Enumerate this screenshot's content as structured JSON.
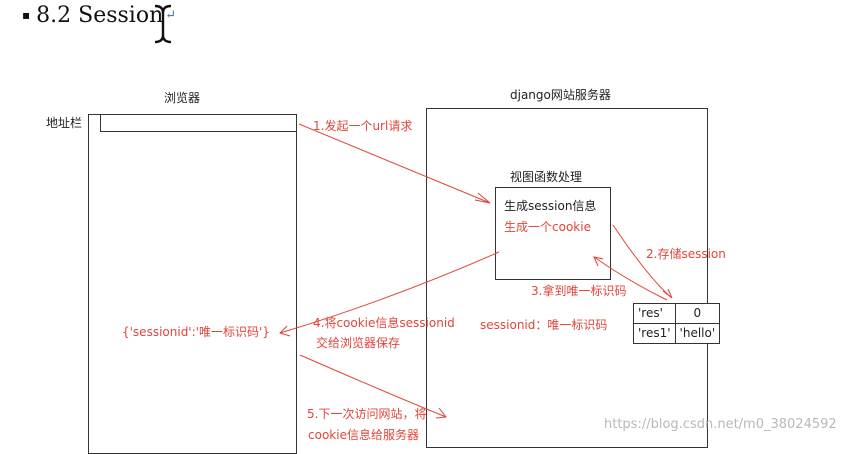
{
  "heading": {
    "bullet": "▪",
    "title": "8.2 Session",
    "paragraph_mark": "↵"
  },
  "browser": {
    "title": "浏览器",
    "address_label": "地址栏",
    "cookie_value": "{'sessionid':'唯一标识码'}"
  },
  "server": {
    "title": "django网站服务器",
    "view_title": "视图函数处理",
    "view_line1": "生成session信息",
    "view_line2": "生成一个cookie",
    "sessionid_label": "sessionid：唯一标识码",
    "store_rows": [
      {
        "key": "'res'",
        "value": "0"
      },
      {
        "key": "'res1'",
        "value": "'hello'"
      }
    ]
  },
  "steps": {
    "step1": "1.发起一个url请求",
    "step2": "2.存储session",
    "step3": "3.拿到唯一标识码",
    "step4_line1": "4.将cookie信息sessionid",
    "step4_line2": "交给浏览器保存",
    "step5_line1": "5.下一次访问网站，将",
    "step5_line2": "cookie信息给服务器"
  },
  "watermark": "https://blog.csdn.net/m0_38024592",
  "colors": {
    "annotation": "#e2453a",
    "outline": "#333333",
    "watermark": "#b9b9b9"
  }
}
